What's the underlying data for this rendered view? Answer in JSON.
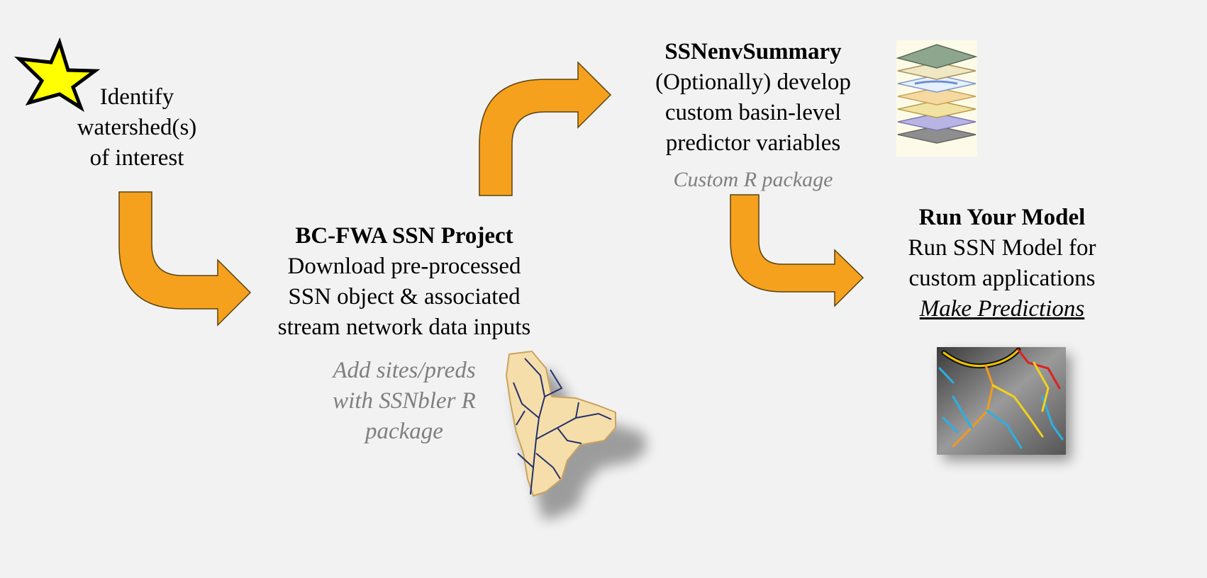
{
  "start": {
    "lines": [
      "Identify",
      "watershed(s)",
      "of interest"
    ]
  },
  "step1": {
    "title": "BC-FWA SSN Project",
    "lines": [
      "Download pre-processed",
      "SSN object & associated",
      "stream network data inputs"
    ],
    "note_lines": [
      "Add sites/preds",
      "with SSNbler R",
      "package"
    ]
  },
  "step2": {
    "title": "SSNenvSummary",
    "lines": [
      "(Optionally) develop",
      "custom basin-level",
      "predictor variables"
    ],
    "note": "Custom R package"
  },
  "step3": {
    "title": "Run Your Model",
    "lines": [
      "Run SSN Model for",
      "custom applications"
    ],
    "link": "Make Predictions"
  },
  "colors": {
    "background": "#f2f2f2",
    "arrow_fill": "#f5a11e",
    "arrow_stroke": "#5a4210",
    "star_fill": "#ffff00",
    "note_gray": "#7f7f7f"
  },
  "icons": {
    "start": "star-icon",
    "watershed": "watershed-map-icon",
    "layers": "gis-layers-icon",
    "stream_map": "stream-network-map-icon"
  }
}
